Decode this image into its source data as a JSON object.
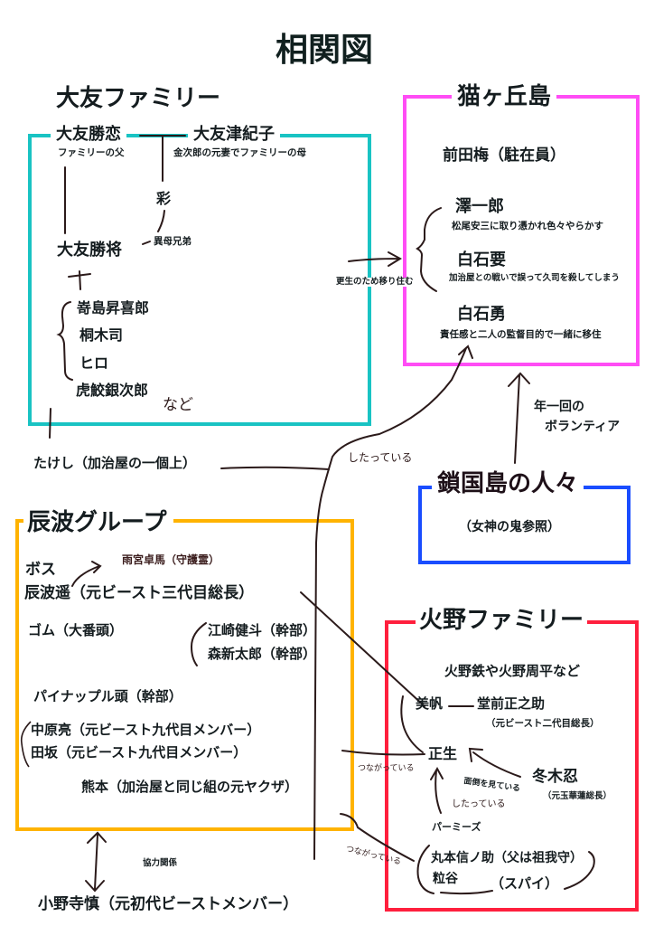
{
  "title": "相関図",
  "colors": {
    "otomo": "#19c3c3",
    "nekogaoka": "#ff4df5",
    "sakoku": "#1a4dff",
    "tatsunami": "#ffb300",
    "hino": "#ff1f3d",
    "ink": "#2b1a1a"
  },
  "otomo": {
    "heading": "大友ファミリー",
    "father_name": "大友勝恋",
    "father_note": "ファミリーの父",
    "mother_name": "大友津紀子",
    "mother_note": "金次郎の元妻でファミリーの母",
    "aya": "彩",
    "half_sibling_note": "異母兄弟",
    "son": "大友勝将",
    "plus": "+",
    "members": [
      "嵜島昇喜郎",
      "桐木司",
      "ヒロ",
      "虎鮫銀次郎"
    ],
    "etc_hand": "など"
  },
  "takeshi": "たけし（加治屋の一個上）",
  "shitatteiru_1": "したっている",
  "move_note": "更生のため移り住む",
  "nekogaoka": {
    "heading": "猫ヶ丘島",
    "resident": "前田梅（駐在員）",
    "members": [
      {
        "name": "澤一郎",
        "note": "松尾安三に取り憑かれ色々やらかす"
      },
      {
        "name": "白石要",
        "note": "加治屋との戦いで誤って久司を殺してしまう"
      },
      {
        "name": "白石勇",
        "note": "責任感と二人の監督目的で一緒に移住"
      }
    ]
  },
  "volunteer_note": [
    "年一回の",
    "ボランティア"
  ],
  "sakoku": {
    "heading": "鎖国島の人々",
    "note": "（女神の鬼参照）"
  },
  "tatsunami": {
    "heading": "辰波グループ",
    "guardian": "雨宮卓馬（守護霊）",
    "boss_label": "ボス",
    "boss": "辰波遥（元ビースト三代目総長）",
    "gomu": "ゴム（大番頭）",
    "ezaki": "江崎健斗（幹部）",
    "mori": "森新太郎（幹部）",
    "pineapple": "パイナップル頭（幹部）",
    "nakahara": "中原亮（元ビースト九代目メンバー）",
    "tasaka": "田坂（元ビースト九代目メンバー）",
    "kumamoto": "熊本（加治屋と同じ組の元ヤクザ）"
  },
  "cooperation_note": "協力関係",
  "onodera": "小野寺慎（元初代ビーストメンバー）",
  "hino": {
    "heading": "火野ファミリー",
    "members_note": "火野鉄や火野周平など",
    "miho": "美帆",
    "domae": "堂前正之助",
    "domae_note": "（元ビースト二代目総長）",
    "masao": "正生",
    "fuyuki": "冬木忍",
    "fuyuki_note": "（元玉華蓮総長）",
    "caring_note": "面倒を見ている",
    "shitatteiru_2": "したっている",
    "permies": "パーミーズ",
    "marumoto": "丸本信ノ助（父は祖我守）",
    "ryuya": "粒谷",
    "spy": "（スパイ）"
  },
  "tsunagatteiru_1": "つながっている",
  "tsunagatteiru_2": "つながっている"
}
